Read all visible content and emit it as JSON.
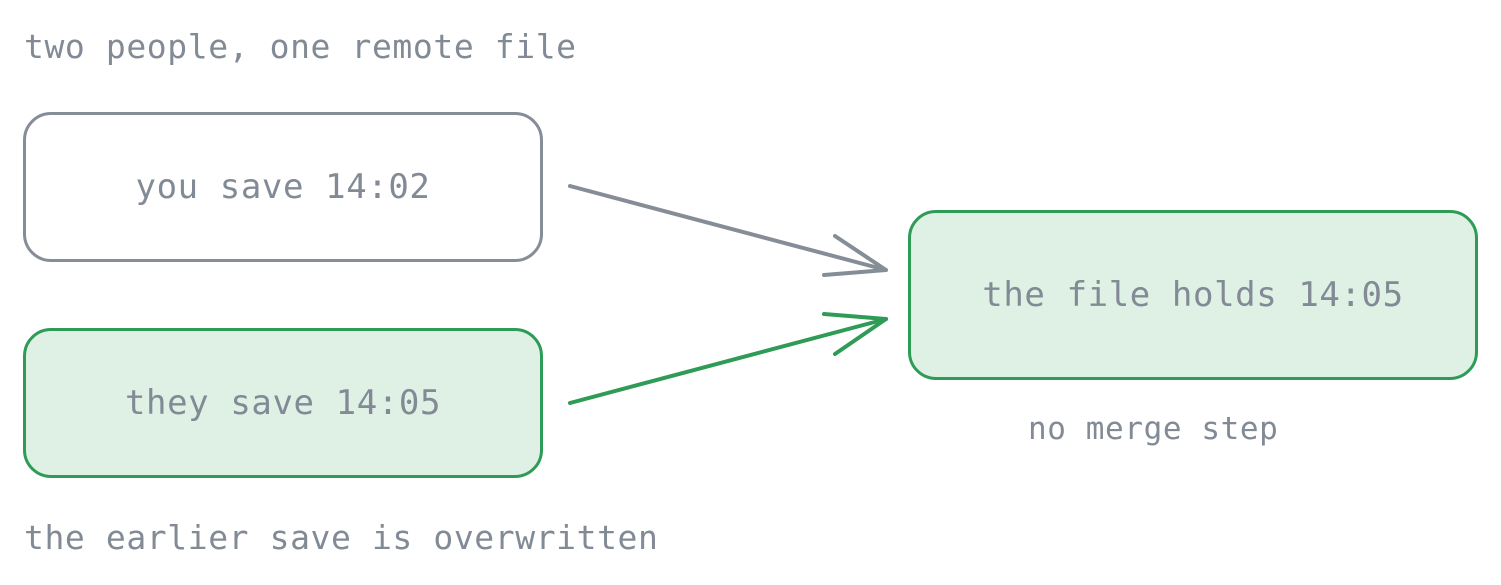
{
  "title": "two people, one remote file",
  "nodes": {
    "you_save": {
      "label": "you save 14:02"
    },
    "they_save": {
      "label": "they save 14:05"
    },
    "file_holds": {
      "label": "the file holds 14:05"
    }
  },
  "note": "no merge step",
  "caption": "the earlier save is overwritten",
  "colors": {
    "text": "#818a95",
    "gray_border": "#858d97",
    "green_border": "#2e9b57",
    "green_fill": "#dff0e4"
  }
}
